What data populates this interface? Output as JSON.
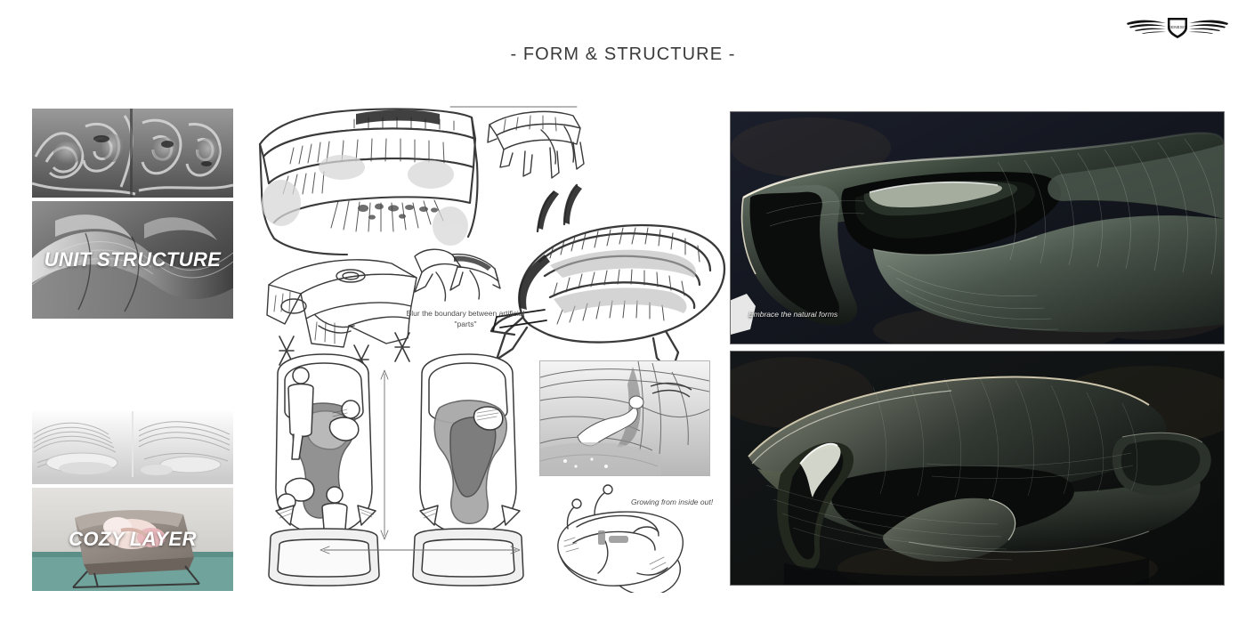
{
  "slide": {
    "title": "- FORM & STRUCTURE -",
    "background_color": "#ffffff",
    "brand": {
      "name": "GENESIS",
      "logo_icon": "genesis-wing-logo"
    }
  },
  "reference_column": {
    "items": [
      {
        "id": "cellular-structure",
        "label": "",
        "caption_visible": false,
        "style": "grayscale-cellular-render"
      },
      {
        "id": "unit-structure",
        "label": "UNIT STRUCTURE",
        "caption_visible": true,
        "style": "grayscale-surface-model"
      },
      {
        "id": "white-ribbed-forms",
        "label": "",
        "caption_visible": false,
        "style": "white-ribbed-architecture"
      },
      {
        "id": "cozy-layer",
        "label": "COZY LAYER",
        "caption_visible": true,
        "style": "felt-chair-photo"
      }
    ],
    "operator": "+"
  },
  "sketch_column": {
    "captions": [
      {
        "id": "blur-boundary",
        "text": "Blur the boundary between artificial \"parts\""
      },
      {
        "id": "growing-inside-out",
        "text": "Growing from inside out!"
      }
    ]
  },
  "renders": [
    {
      "id": "render-top",
      "caption": "Embrace the natural forms",
      "has_caption": true,
      "background_color": "#161a24",
      "surface_color": "#3e4a42"
    },
    {
      "id": "render-bottom",
      "caption": "",
      "has_caption": false,
      "background_color": "#181a18",
      "surface_color": "#3a453c"
    }
  ]
}
